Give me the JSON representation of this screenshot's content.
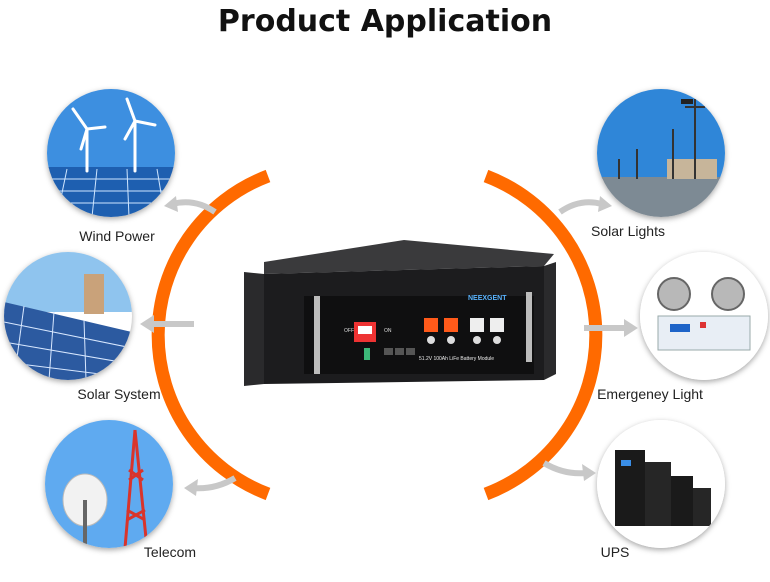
{
  "title": "Product Application",
  "applications": {
    "wind_power": "Wind Power",
    "solar_system": "Solar System",
    "telecom": "Telecom",
    "solar_lights": "Solar Lights",
    "emergency_light": "Emergeney Light",
    "ups": "UPS"
  },
  "battery": {
    "brand": "NEEXGENT",
    "model": "51.2V 100Ah LiFe Battery Module",
    "switch_off": "OFF",
    "switch_on": "ON"
  },
  "colors": {
    "arc": "#ff6a00",
    "battery_body": "#1c1c1e",
    "sky": "#4da3e6"
  }
}
